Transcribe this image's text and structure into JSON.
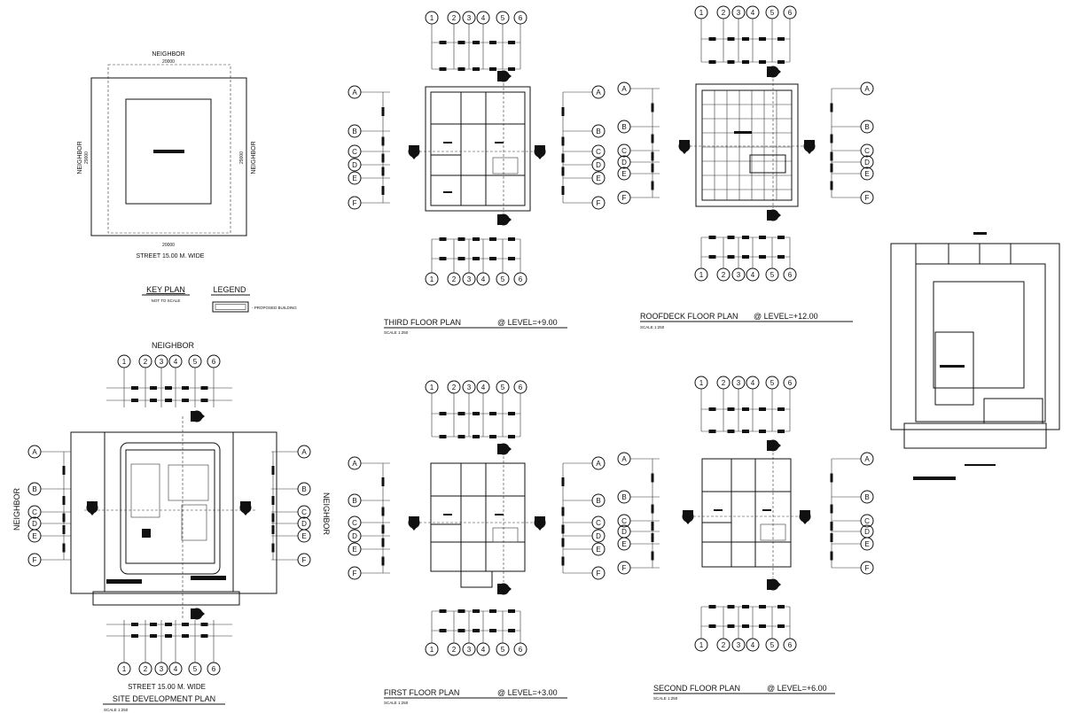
{
  "key_plan": {
    "neighbor_top": "NEIGHBOR",
    "neighbor_left": "NEIGHBOR",
    "neighbor_right": "NEIGHBOR",
    "dim_top": "20000",
    "dim_bottom": "20000",
    "dim_left": "29000",
    "dim_right": "29000",
    "street": "STREET 15.00 M. WIDE",
    "title": "KEY PLAN",
    "subtitle": "NOT TO SCALE"
  },
  "legend": {
    "title": "LEGEND",
    "item": "- PROPOSED BUILDING"
  },
  "grid_columns": [
    "1",
    "2",
    "3",
    "4",
    "5",
    "6"
  ],
  "grid_rows": [
    "A",
    "B",
    "C",
    "D",
    "E",
    "F"
  ],
  "section_marks": {
    "a": "A",
    "b": "B"
  },
  "site_plan": {
    "neighbor_top": "NEIGHBOR",
    "neighbor_left": "NEIGHBOR",
    "neighbor_right": "NEIGHBOR",
    "street": "STREET 15.00 M. WIDE",
    "title": "SITE DEVELOPMENT PLAN",
    "scale": "SCALE 1:250"
  },
  "plans": {
    "third": {
      "title": "THIRD FLOOR PLAN",
      "level": "@ LEVEL=+9.00",
      "scale": "SCALE 1:250"
    },
    "roofdeck": {
      "title": "ROOFDECK FLOOR PLAN",
      "level": "@ LEVEL=+12.00",
      "scale": "SCALE 1:250"
    },
    "first": {
      "title": "FIRST FLOOR PLAN",
      "level": "@ LEVEL=+3.00",
      "scale": "SCALE 1:250"
    },
    "second": {
      "title": "SECOND FLOOR PLAN",
      "level": "@ LEVEL=+6.00",
      "scale": "SCALE 1:250"
    }
  }
}
